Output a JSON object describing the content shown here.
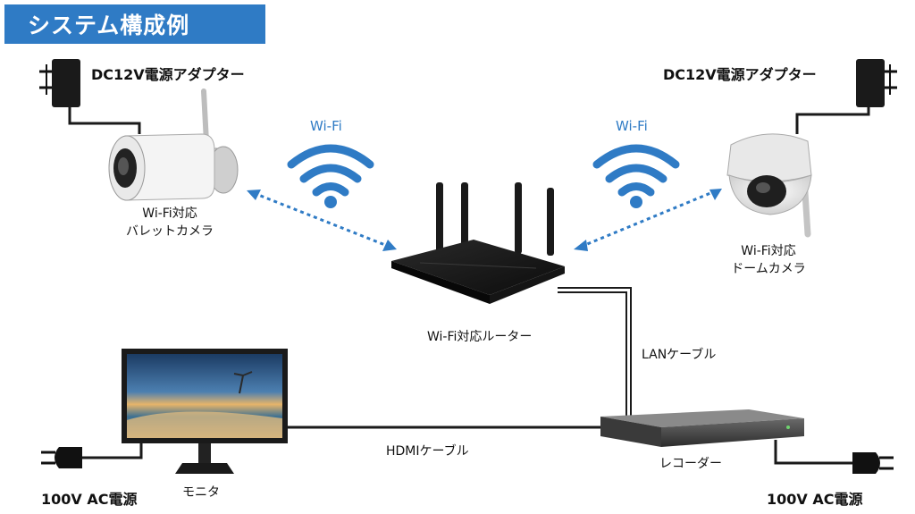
{
  "title": "システム構成例",
  "labels": {
    "dc_left": "DC12V電源アダプター",
    "dc_right": "DC12V電源アダプター",
    "wifi_left": "Wi-Fi",
    "wifi_right": "Wi-Fi",
    "bullet_camera_line1": "Wi-Fi対応",
    "bullet_camera_line2": "バレットカメラ",
    "dome_camera_line1": "Wi-Fi対応",
    "dome_camera_line2": "ドームカメラ",
    "router": "Wi-Fi対応ルーター",
    "lan_cable": "LANケーブル",
    "hdmi_cable": "HDMIケーブル",
    "recorder": "レコーダー",
    "monitor": "モニタ",
    "ac_left": "100V AC電源",
    "ac_right": "100V AC電源"
  },
  "colors": {
    "accent": "#2f7bc5",
    "wifi": "#2f7bc5",
    "cable": "#1a1a1a"
  }
}
